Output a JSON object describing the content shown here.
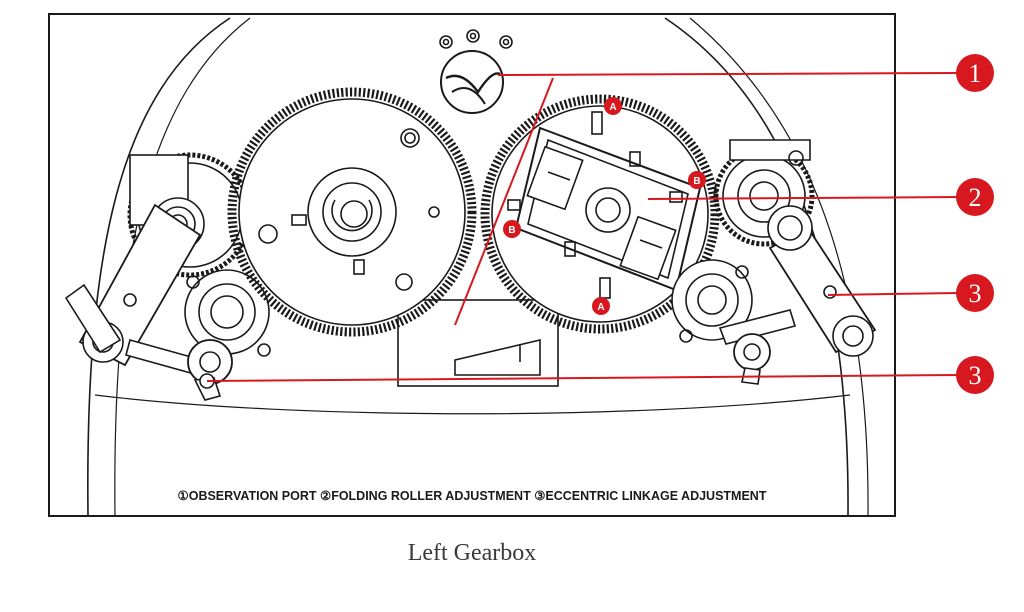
{
  "diagram": {
    "title": "Left Gearbox",
    "legend": "①OBSERVATION PORT ②FOLDING ROLLER ADJUSTMENT ③ECCENTRIC LINKAGE ADJUSTMENT",
    "callouts": [
      {
        "num": "1",
        "meaning": "OBSERVATION PORT"
      },
      {
        "num": "2",
        "meaning": "FOLDING ROLLER ADJUSTMENT"
      },
      {
        "num": "3",
        "meaning": "ECCENTRIC LINKAGE ADJUSTMENT"
      },
      {
        "num": "3",
        "meaning": "ECCENTRIC LINKAGE ADJUSTMENT"
      }
    ],
    "markers": {
      "a": "A",
      "b": "B"
    },
    "colors": {
      "accent": "#d7191f",
      "line": "#1a1a1a"
    }
  }
}
